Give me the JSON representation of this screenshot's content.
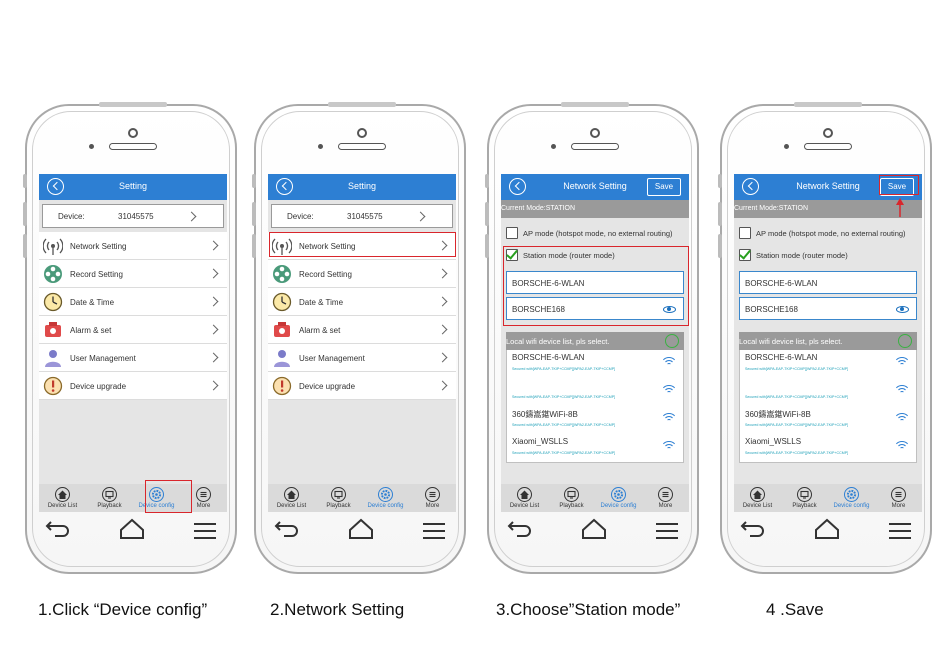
{
  "screens": {
    "s1": {
      "title": "Setting",
      "device_label": "Device:",
      "device_id": "31045575"
    },
    "s2": {
      "title": "Setting",
      "device_label": "Device:",
      "device_id": "31045575"
    },
    "s3": {
      "title": "Network Setting",
      "save_label": "Save"
    },
    "s4": {
      "title": "Network Setting",
      "save_label": "Save"
    }
  },
  "menu": [
    {
      "label": "Network Setting",
      "icon": "wifi-antenna-icon"
    },
    {
      "label": "Record Setting",
      "icon": "film-reel-icon"
    },
    {
      "label": "Date & Time",
      "icon": "clock-icon"
    },
    {
      "label": "Alarm & set",
      "icon": "alarm-icon"
    },
    {
      "label": "User Management",
      "icon": "user-icon"
    },
    {
      "label": "Device upgrade",
      "icon": "upgrade-icon"
    }
  ],
  "tabs": [
    "Device List",
    "Playback",
    "Device config",
    "More"
  ],
  "network": {
    "current_mode": "Current Mode:STATION",
    "ap_mode": "AP mode (hotspot mode, no external routing)",
    "station_mode": "Station mode (router mode)",
    "ssid": "BORSCHE-6-WLAN",
    "password": "BORSCHE168",
    "list_header": "Local wifi device list, pls select.",
    "networks": [
      {
        "name": "BORSCHE-6-WLAN",
        "security": "Secured with[WPA-EAP-TKIP+CCMP][WPA2-EAP-TKIP+CCMP]"
      },
      {
        "name": "",
        "security": "Secured with[WPA-EAP-TKIP+CCMP][WPA2-EAP-TKIP+CCMP]"
      },
      {
        "name": "360鑄嵩鍖WiFi-8B",
        "security": "Secured with[WPA-EAP-TKIP+CCMP][WPA2-EAP-TKIP+CCMP]"
      },
      {
        "name": "Xiaomi_WSLLS",
        "security": "Secured with[WPA-EAP-TKIP+CCMP][WPA2-EAP-TKIP+CCMP]"
      }
    ]
  },
  "captions": [
    "1.Click “Device config”",
    "2.Network Setting",
    "3.Choose”Station mode”",
    "4 .Save"
  ],
  "colors": {
    "accent": "#2d7fd3",
    "highlight": "#d9262c",
    "check": "#28a01e"
  }
}
